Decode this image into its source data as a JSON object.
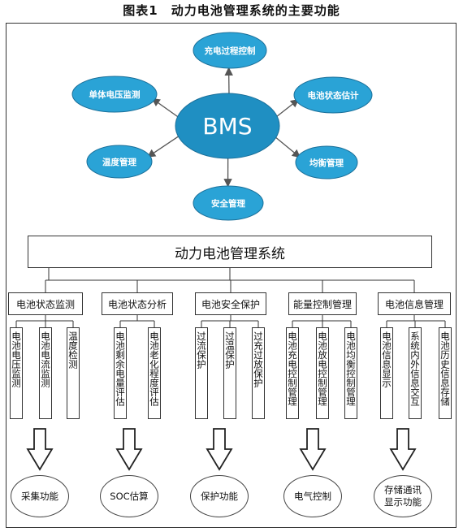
{
  "title": "图表1　动力电池管理系统的主要功能",
  "bms": {
    "center": "BMS",
    "satellites": [
      "充电过程控制",
      "电池状态估计",
      "均衡管理",
      "安全管理",
      "温度管理",
      "单体电压监测"
    ]
  },
  "system": "动力电池管理系统",
  "categories": [
    {
      "label": "电池状态监测",
      "subs": [
        "电池电压监测",
        "电池电流监测",
        "温度检测"
      ],
      "result": "采集功能"
    },
    {
      "label": "电池状态分析",
      "subs": [
        "电池剩余电量评估",
        "电池老化程度评估"
      ],
      "result": "SOC估算"
    },
    {
      "label": "电池安全保护",
      "subs": [
        "过流保护",
        "过温保护",
        "过充过放保护"
      ],
      "result": "保护功能"
    },
    {
      "label": "能量控制管理",
      "subs": [
        "电池充电控制管理",
        "电池放电控制管理",
        "电池均衡控制管理"
      ],
      "result": "电气控制"
    },
    {
      "label": "电池信息管理",
      "subs": [
        "电池信息显示",
        "系统内外信息交互",
        "电池历史信息存储"
      ],
      "result": "存储通讯显示功能"
    }
  ],
  "colors": {
    "bubble": "#2aa3d6",
    "bubble_center": "#1f8fc2",
    "bubble_stroke": "#1a6f99",
    "bubble_text": "#ffffff"
  }
}
